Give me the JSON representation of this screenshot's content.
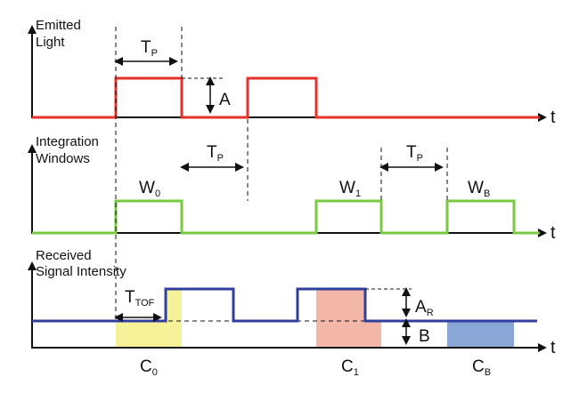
{
  "emitted": {
    "label_line1": "Emitted",
    "label_line2": "Light",
    "tp": {
      "main": "T",
      "sub": "P"
    },
    "amplitude": "A",
    "t": "t",
    "color": "#e8302a"
  },
  "integration": {
    "label_line1": "Integration",
    "label_line2": "Windows",
    "tp1": {
      "main": "T",
      "sub": "P"
    },
    "tp2": {
      "main": "T",
      "sub": "P"
    },
    "w0": {
      "main": "W",
      "sub": "0"
    },
    "w1": {
      "main": "W",
      "sub": "1"
    },
    "wb": {
      "main": "W",
      "sub": "B"
    },
    "t": "t",
    "color": "#7ac943"
  },
  "received": {
    "label_line1": "Received",
    "label_line2": "Signal Intensity",
    "ttof": {
      "main": "T",
      "sub": "TOF"
    },
    "ar": {
      "main": "A",
      "sub": "R"
    },
    "b": "B",
    "t": "t",
    "c0": {
      "main": "C",
      "sub": "0"
    },
    "c1": {
      "main": "C",
      "sub": "1"
    },
    "cb": {
      "main": "C",
      "sub": "B"
    },
    "color": "#2e3f9e",
    "c0_fill": "#f6f29a",
    "c1_fill": "#f2b7a6",
    "cb_fill": "#8aa6d6"
  }
}
